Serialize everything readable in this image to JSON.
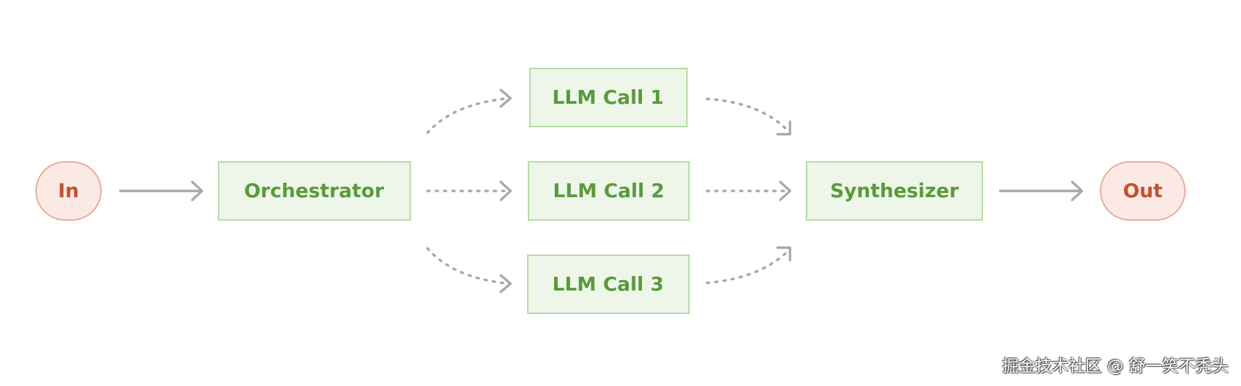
{
  "colors": {
    "terminal_fill": "#fbe9e4",
    "terminal_stroke": "#e9a995",
    "terminal_text": "#c4502e",
    "box_fill": "#eef6e9",
    "box_stroke": "#b2dba2",
    "box_text": "#5a9a3a",
    "arrow": "#a8a8a8"
  },
  "nodes": {
    "in": "In",
    "orchestrator": "Orchestrator",
    "llm1": "LLM Call 1",
    "llm2": "LLM Call 2",
    "llm3": "LLM Call 3",
    "synthesizer": "Synthesizer",
    "out": "Out"
  },
  "watermark": "掘金技术社区 @ 舒一笑不秃头"
}
